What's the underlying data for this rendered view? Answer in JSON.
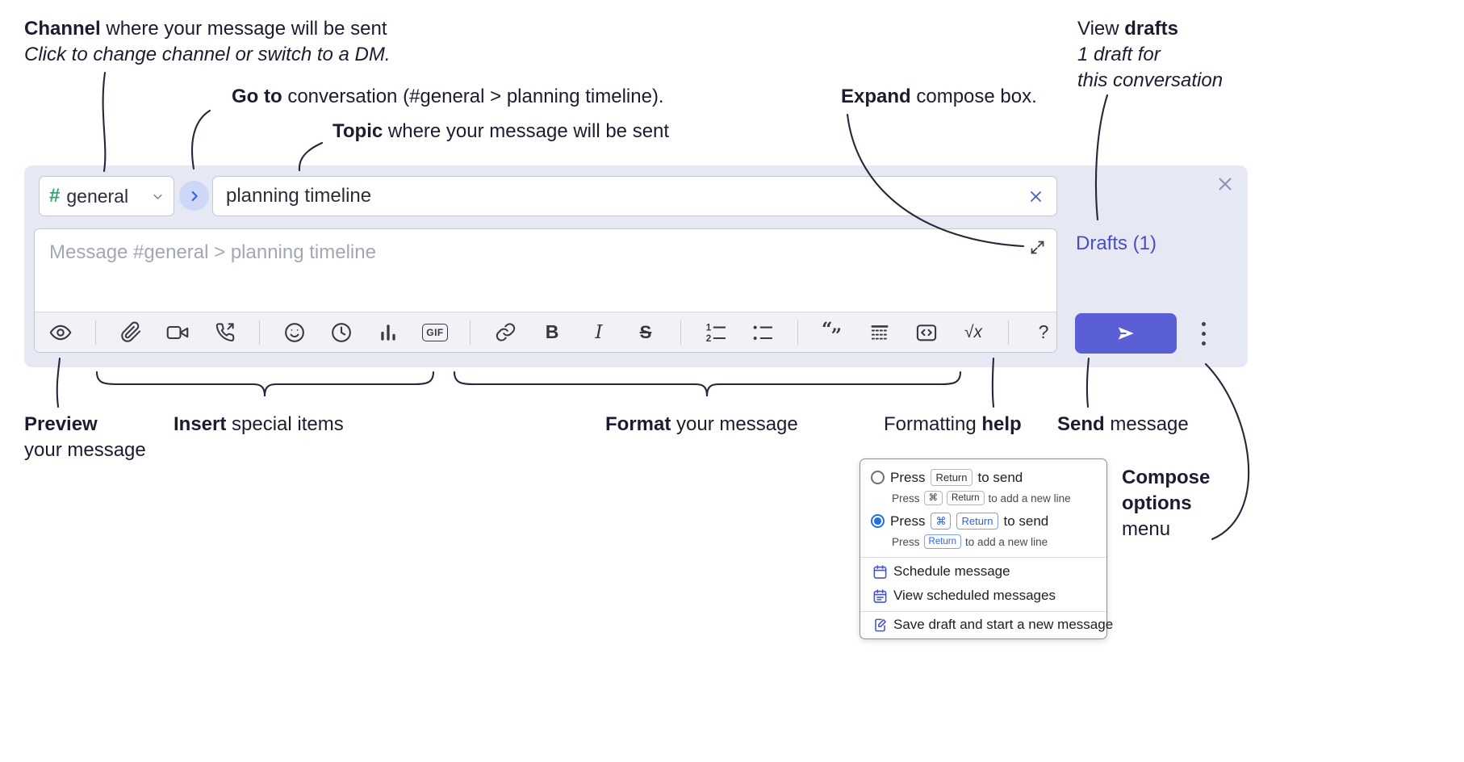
{
  "colors": {
    "accent_indigo": "#5b5fd6",
    "drafts_link_blue": "#4a4ec2",
    "channel_hash_green": "#3aa66f",
    "radio_selected_blue": "#1a73e8",
    "compose_background": "#e6e8f4"
  },
  "annotations": {
    "channel": {
      "bold": "Channel",
      "rest": " where your message will be sent",
      "line2": "Click to change channel or switch to a DM."
    },
    "goto": {
      "bold": "Go to",
      "rest": " conversation (#general > planning timeline)."
    },
    "topic": {
      "bold": "Topic",
      "rest": " where your message will be sent"
    },
    "expand": {
      "bold": "Expand",
      "rest": " compose box."
    },
    "drafts": {
      "pre": "View ",
      "bold": "drafts",
      "line2": "1 draft for",
      "line3": "this conversation"
    },
    "preview": {
      "bold": "Preview",
      "line2": "your message"
    },
    "insert": {
      "bold": "Insert",
      "rest": " special items"
    },
    "format": {
      "bold": "Format",
      "rest": " your message"
    },
    "help": {
      "pre": "Formatting ",
      "bold": "help"
    },
    "send": {
      "bold": "Send",
      "rest": " message"
    },
    "compose_options": {
      "line1": "Compose",
      "line2": "options",
      "line3": "menu"
    }
  },
  "compose": {
    "channel_hash": "#",
    "channel_name": "general",
    "topic_value": "planning timeline",
    "message_placeholder": "Message #general > planning timeline",
    "drafts_link": "Drafts (1)"
  },
  "toolbar": {
    "icon_names": [
      "preview",
      "attach-file",
      "start-video-call",
      "start-audio-call",
      "emoji",
      "add-global-time",
      "poll",
      "gif",
      "link",
      "bold",
      "italic",
      "strikethrough",
      "numbered-list",
      "bulleted-list",
      "quote",
      "spoiler",
      "code",
      "math",
      "message-formatting-help"
    ],
    "gif": "GIF",
    "bold": "B",
    "italic": "I",
    "strike": "S",
    "math": "√x",
    "help": "?"
  },
  "options_menu": {
    "enter_sends": {
      "pre": "Press",
      "key": "Return",
      "post": "to send",
      "sub_pre": "Press",
      "sub_key1": "⌘",
      "sub_key2": "Return",
      "sub_post": "to add a new line"
    },
    "cmd_enter_sends": {
      "pre": "Press",
      "key1": "⌘",
      "key2": "Return",
      "post": "to send",
      "sub_pre": "Press",
      "sub_key": "Return",
      "sub_post": "to add a new line"
    },
    "schedule": "Schedule message",
    "view_scheduled": "View scheduled messages",
    "save_draft": "Save draft and start a new message"
  }
}
